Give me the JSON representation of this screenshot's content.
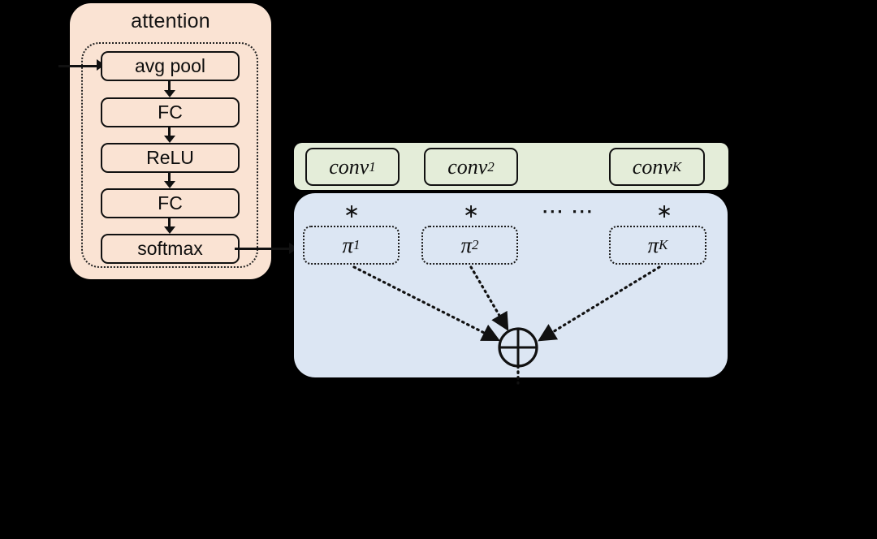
{
  "diagram": {
    "title": "dynamic convolution attention diagram",
    "colors": {
      "attention_fill": "#FAE3D3",
      "conv_fill": "#E4EDD9",
      "mix_fill": "#DCE6F3",
      "stroke": "#111111",
      "background": "#000000"
    }
  },
  "attention": {
    "title": "attention",
    "layers": [
      {
        "label": "avg pool"
      },
      {
        "label": "FC"
      },
      {
        "label": "ReLU"
      },
      {
        "label": "FC"
      },
      {
        "label": "softmax"
      }
    ]
  },
  "conv_bank": {
    "items": [
      {
        "base": "conv",
        "sub": "1"
      },
      {
        "base": "conv",
        "sub": "2"
      },
      {
        "base": "conv",
        "sub": "K"
      }
    ]
  },
  "mixing": {
    "operators": [
      {
        "symbol": "∗"
      },
      {
        "symbol": "∗"
      },
      {
        "symbol": "∗"
      }
    ],
    "ellipsis": "∙∙∙ ∙∙∙",
    "weights": [
      {
        "base": "π",
        "sub": "1"
      },
      {
        "base": "π",
        "sub": "2"
      },
      {
        "base": "π",
        "sub": "K"
      }
    ],
    "aggregator": {
      "name": "sum-circle",
      "symbol": "⊕"
    }
  }
}
